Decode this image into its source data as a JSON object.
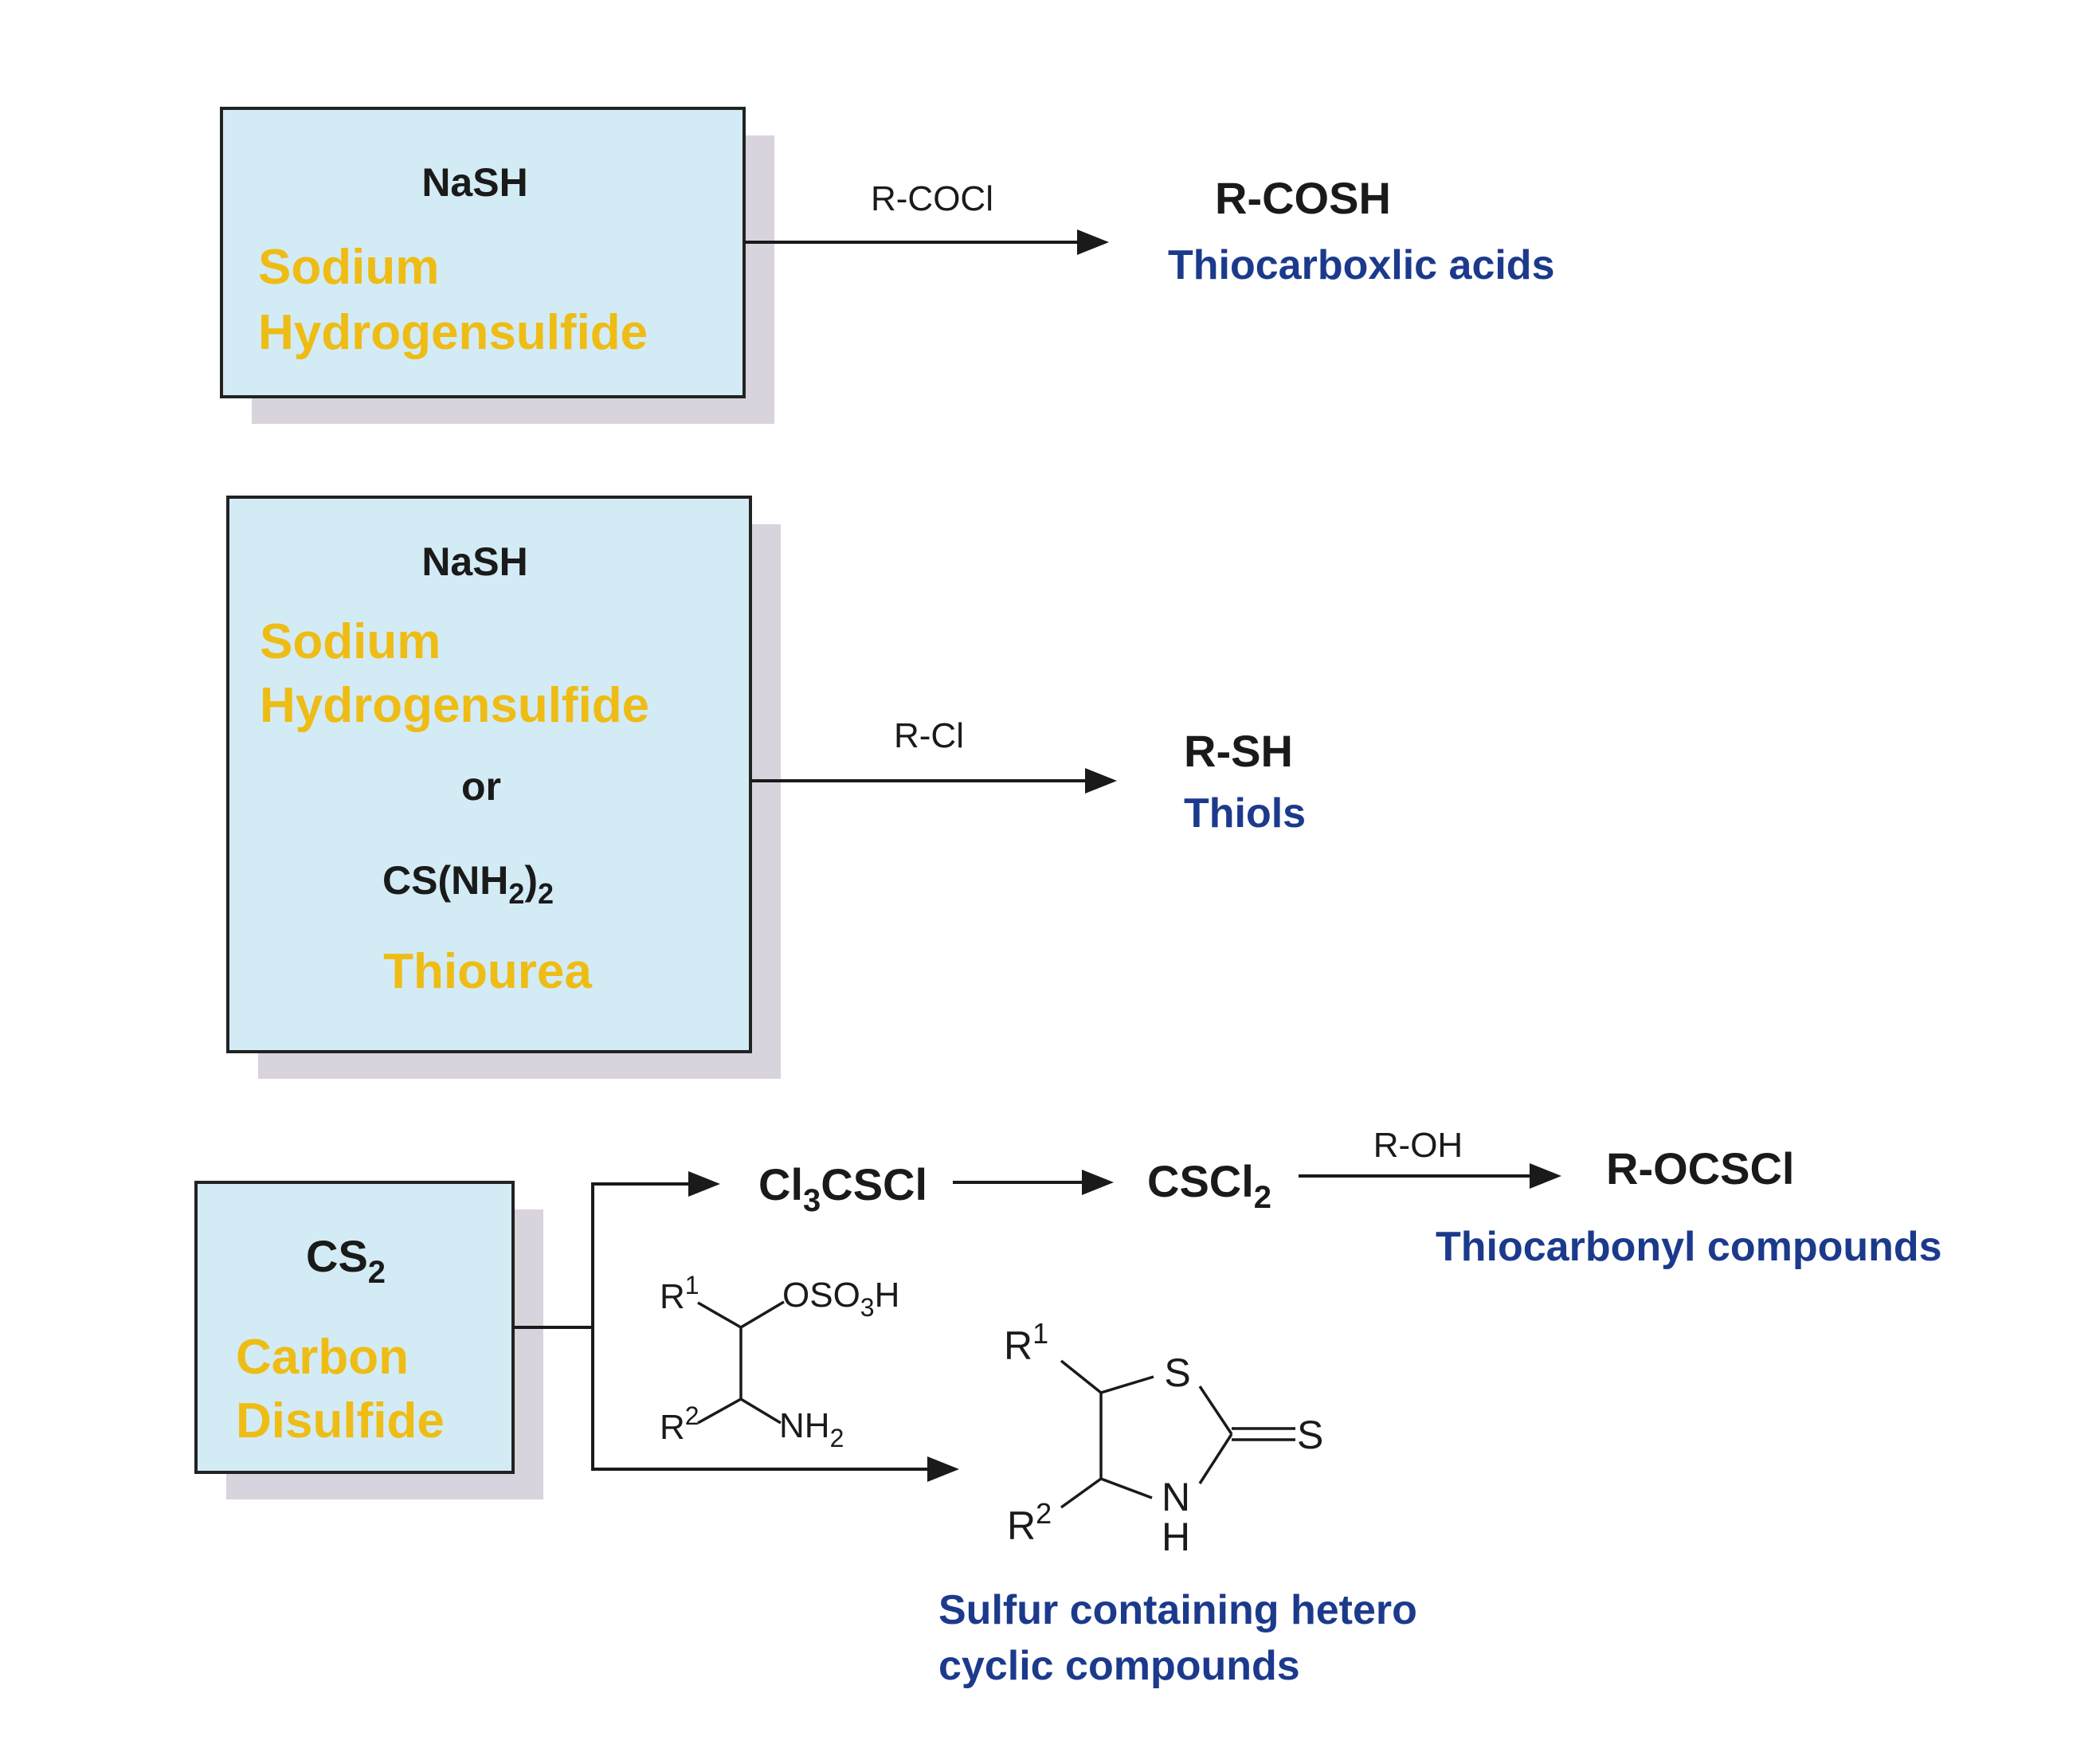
{
  "box1": {
    "formula": "NaSH",
    "name_line1": "Sodium",
    "name_line2": "Hydrogensulfide"
  },
  "box2": {
    "formula": "NaSH",
    "name_line1": "Sodium",
    "name_line2": "Hydrogensulfide",
    "or": "or",
    "formula2_main": "CS(NH",
    "formula2_sub1": "2",
    "formula2_paren": ")",
    "formula2_sub2": "2",
    "name2": "Thiourea"
  },
  "box3": {
    "formula_main": "CS",
    "formula_sub": "2",
    "name_line1": "Carbon",
    "name_line2": "Disulfide"
  },
  "reaction1": {
    "reagent": "R-COCl",
    "product_formula": "R-COSH",
    "product_name": "Thiocarboxlic acids"
  },
  "reaction2": {
    "reagent": "R-Cl",
    "product_formula": "R-SH",
    "product_name": "Thiols"
  },
  "reaction3": {
    "intermediate1_a": "Cl",
    "intermediate1_sub": "3",
    "intermediate1_b": "CSCl",
    "intermediate2_a": "CSCl",
    "intermediate2_sub": "2",
    "reagent": "R-OH",
    "product_formula": "R-OCSCl",
    "product_name": "Thiocarbonyl compounds"
  },
  "reaction4": {
    "reagent_r1": "R",
    "reagent_r1_sup": "1",
    "reagent_oso3h_a": "OSO",
    "reagent_oso3h_sub": "3",
    "reagent_oso3h_b": "H",
    "reagent_r2": "R",
    "reagent_r2_sup": "2",
    "reagent_nh2_a": "NH",
    "reagent_nh2_sub": "2",
    "product_r1": "R",
    "product_r1_sup": "1",
    "product_r2": "R",
    "product_r2_sup": "2",
    "ring_s": "S",
    "thione_s": "S",
    "ring_n": "N",
    "ring_h": "H",
    "product_name_line1": "Sulfur containing hetero",
    "product_name_line2": "cyclic compounds"
  },
  "colors": {
    "box_fill": "#d3ebf4",
    "shadow": "#d8d3dc",
    "name_yellow": "#eebc14",
    "product_blue": "#1c3a8c",
    "text_black": "#1a1a1a"
  }
}
